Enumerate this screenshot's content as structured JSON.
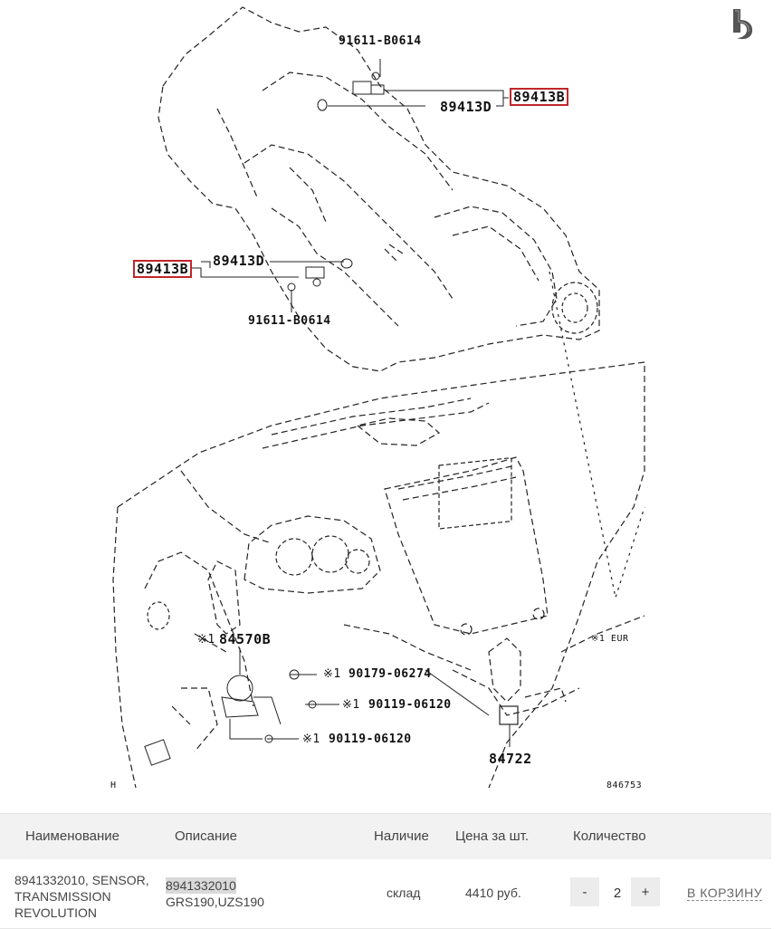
{
  "diagram": {
    "callouts": {
      "bolt_top": "91611-B0614",
      "part_b_top": "89413B",
      "part_d_top": "89413D",
      "part_d_left": "89413D",
      "part_b_left": "89413B",
      "bolt_left": "91611-B0614",
      "part_84570b": "84570B",
      "mark_84570b": "※1",
      "part_90179": "90179-06274",
      "mark_90179": "※1",
      "part_90119_a": "90119-06120",
      "mark_90119_a": "※1",
      "part_90119_b": "90119-06120",
      "mark_90119_b": "※1",
      "part_84722": "84722",
      "note_eur": "※1 EUR",
      "fig_id": "846753",
      "corner_h": "H"
    }
  },
  "table": {
    "headers": {
      "name": "Наименование",
      "description": "Описание",
      "availability": "Наличие",
      "price": "Цена за шт.",
      "quantity": "Количество"
    },
    "rows": [
      {
        "name_lines": [
          "8941332010, SENSOR,",
          "TRANSMISSION",
          "REVOLUTION"
        ],
        "desc_code": "8941332010",
        "desc_models": "GRS190,UZS190",
        "availability": "склад",
        "price": "4410 руб.",
        "minus": "-",
        "quantity": "2",
        "plus": "+",
        "cart": "В КОРЗИНУ"
      }
    ]
  }
}
